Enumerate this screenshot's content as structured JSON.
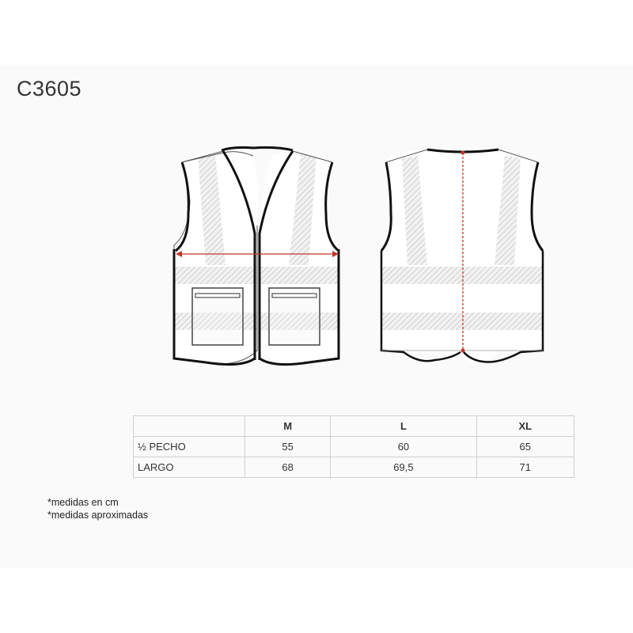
{
  "product": {
    "code": "C3605"
  },
  "table": {
    "headers": [
      "",
      "M",
      "L",
      "XL"
    ],
    "rows": [
      {
        "label": "½  PECHO",
        "values": [
          "55",
          "60",
          "65"
        ]
      },
      {
        "label": "LARGO",
        "values": [
          "68",
          "69,5",
          "71"
        ]
      }
    ]
  },
  "notes": [
    "*medidas en cm",
    "*medidas aproximadas"
  ],
  "colors": {
    "outline": "#111111",
    "measure_line": "#c0392b",
    "reflective": "#d9d9d9"
  },
  "icons": {
    "front": "vest-front-drawing",
    "back": "vest-back-drawing"
  }
}
